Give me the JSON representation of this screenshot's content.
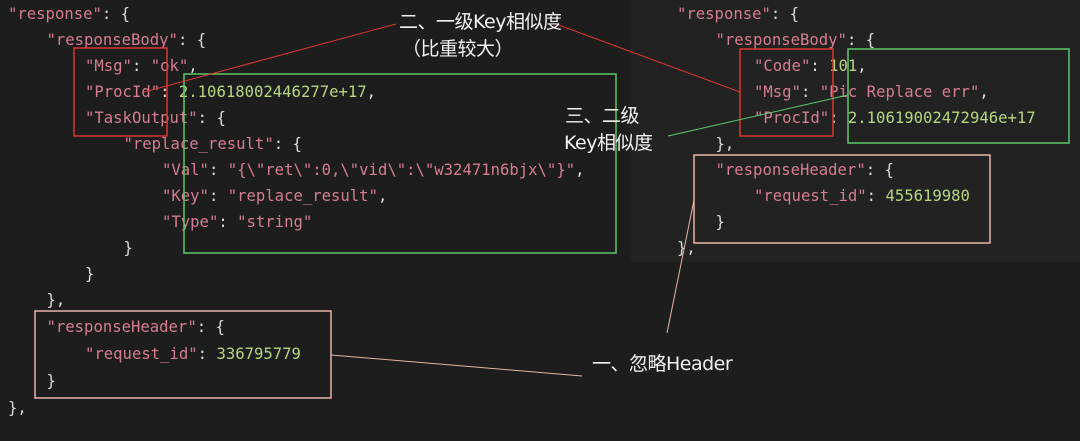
{
  "left_code": [
    {
      "indent": 0,
      "tokens": [
        [
          "k",
          "\"response\""
        ],
        [
          "p",
          ": {"
        ]
      ]
    },
    {
      "indent": 1,
      "tokens": [
        [
          "k",
          "\"responseBody\""
        ],
        [
          "p",
          ": {"
        ]
      ]
    },
    {
      "indent": 2,
      "tokens": [
        [
          "k",
          "\"Msg\""
        ],
        [
          "p",
          ": "
        ],
        [
          "s",
          "\"ok\""
        ],
        [
          "p",
          ","
        ]
      ]
    },
    {
      "indent": 2,
      "tokens": [
        [
          "k",
          "\"ProcId\""
        ],
        [
          "p",
          ": "
        ],
        [
          "n",
          "2.10618002446277e+17"
        ],
        [
          "p",
          ","
        ]
      ]
    },
    {
      "indent": 2,
      "tokens": [
        [
          "k",
          "\"TaskOutput\""
        ],
        [
          "p",
          ": {"
        ]
      ]
    },
    {
      "indent": 3,
      "tokens": [
        [
          "k",
          "\"replace_result\""
        ],
        [
          "p",
          ": {"
        ]
      ]
    },
    {
      "indent": 4,
      "tokens": [
        [
          "k",
          "\"Val\""
        ],
        [
          "p",
          ": "
        ],
        [
          "s",
          "\"{\\\"ret\\\":0,\\\"vid\\\":\\\"w32471n6bjx\\\"}\""
        ],
        [
          "p",
          ","
        ]
      ]
    },
    {
      "indent": 4,
      "tokens": [
        [
          "k",
          "\"Key\""
        ],
        [
          "p",
          ": "
        ],
        [
          "s",
          "\"replace_result\""
        ],
        [
          "p",
          ","
        ]
      ]
    },
    {
      "indent": 4,
      "tokens": [
        [
          "k",
          "\"Type\""
        ],
        [
          "p",
          ": "
        ],
        [
          "s",
          "\"string\""
        ]
      ]
    },
    {
      "indent": 3,
      "tokens": [
        [
          "p",
          "}"
        ]
      ]
    },
    {
      "indent": 2,
      "tokens": [
        [
          "p",
          "}"
        ]
      ]
    },
    {
      "indent": 1,
      "tokens": [
        [
          "p",
          "},"
        ]
      ]
    },
    {
      "indent": 1,
      "tokens": [
        [
          "k",
          "\"responseHeader\""
        ],
        [
          "p",
          ": {"
        ]
      ]
    },
    {
      "indent": 2,
      "tokens": [
        [
          "k",
          "\"request_id\""
        ],
        [
          "p",
          ": "
        ],
        [
          "n",
          "336795779"
        ]
      ]
    },
    {
      "indent": 1,
      "tokens": [
        [
          "p",
          "}"
        ]
      ]
    },
    {
      "indent": 0,
      "tokens": [
        [
          "p",
          "},"
        ]
      ]
    }
  ],
  "right_code": [
    {
      "indent": 0,
      "tokens": [
        [
          "k",
          "\"response\""
        ],
        [
          "p",
          ": {"
        ]
      ]
    },
    {
      "indent": 1,
      "tokens": [
        [
          "k",
          "\"responseBody\""
        ],
        [
          "p",
          ": {"
        ]
      ]
    },
    {
      "indent": 2,
      "tokens": [
        [
          "k",
          "\"Code\""
        ],
        [
          "p",
          ": "
        ],
        [
          "n",
          "101"
        ],
        [
          "p",
          ","
        ]
      ]
    },
    {
      "indent": 2,
      "tokens": [
        [
          "k",
          "\"Msg\""
        ],
        [
          "p",
          ": "
        ],
        [
          "s",
          "\"Pic Replace err\""
        ],
        [
          "p",
          ","
        ]
      ]
    },
    {
      "indent": 2,
      "tokens": [
        [
          "k",
          "\"ProcId\""
        ],
        [
          "p",
          ": "
        ],
        [
          "n",
          "2.10619002472946e+17"
        ]
      ]
    },
    {
      "indent": 1,
      "tokens": [
        [
          "p",
          "},"
        ]
      ]
    },
    {
      "indent": 1,
      "tokens": [
        [
          "k",
          "\"responseHeader\""
        ],
        [
          "p",
          ": {"
        ]
      ]
    },
    {
      "indent": 2,
      "tokens": [
        [
          "k",
          "\"request_id\""
        ],
        [
          "p",
          ": "
        ],
        [
          "n",
          "455619980"
        ]
      ]
    },
    {
      "indent": 1,
      "tokens": [
        [
          "p",
          "}"
        ]
      ]
    },
    {
      "indent": 0,
      "tokens": [
        [
          "p",
          "},"
        ]
      ]
    }
  ],
  "annotations": {
    "first_level_title": "二、一级Key相似度",
    "first_level_sub": "（比重较大）",
    "second_level_title": "三、二级",
    "second_level_sub": "Key相似度",
    "ignore_header": "一、忽略Header"
  },
  "colors": {
    "red_box": "#d9382f",
    "green_box": "#5cc96a",
    "peach_box": "#e8b4a8"
  }
}
